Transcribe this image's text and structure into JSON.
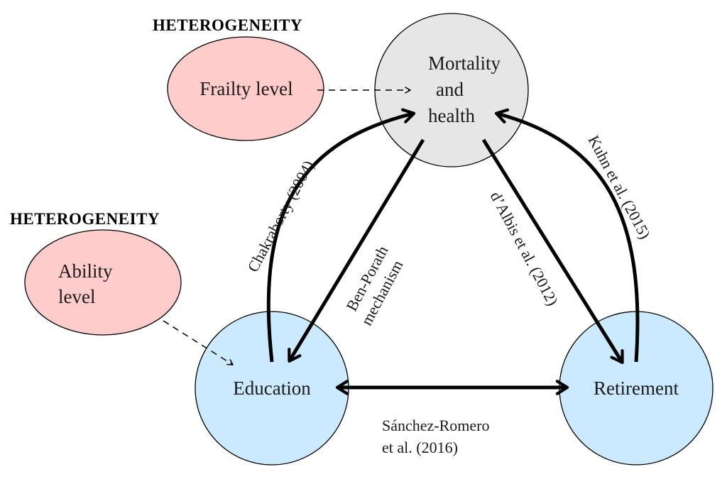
{
  "colors": {
    "mortality_fill": "#e6e6e6",
    "education_fill": "#cceaff",
    "retirement_fill": "#cceaff",
    "heterogeneity_fill": "#ffcccc",
    "stroke": "#000000"
  },
  "nodes": {
    "mortality": {
      "line1": "Mortality",
      "line2": "and",
      "line3": "health"
    },
    "education": {
      "label": "Education"
    },
    "retirement": {
      "label": "Retirement"
    },
    "frailty": {
      "label": "Frailty level"
    },
    "ability": {
      "line1": "Ability",
      "line2": "level"
    }
  },
  "headings": {
    "top": "HETEROGENEITY",
    "left": "HETEROGENEITY"
  },
  "edges": {
    "chakraborty": "Chakraborty (2004)",
    "ben_porath_line1": "Ben-Porath",
    "ben_porath_line2": "mechanism",
    "dalbis": "d’Albis et al. (2012)",
    "kuhn": "Kuhn et al. (2015)",
    "sanchez_line1": "Sánchez-Romero",
    "sanchez_line2": "et al. (2016)"
  }
}
